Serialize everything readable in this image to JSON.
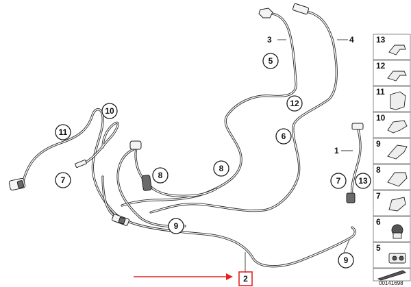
{
  "callouts": {
    "c5": "5",
    "c12": "12",
    "c6": "6",
    "c10": "10",
    "c11": "11",
    "c7_left": "7",
    "c8_center": "8",
    "c8_small": "8",
    "c9_center": "9",
    "c7_right": "7",
    "c13_right": "13",
    "c9_bottom": "9"
  },
  "labels": {
    "l3": "3",
    "l4": "4",
    "l1": "1",
    "l2": "2"
  },
  "panel": {
    "items": [
      "13",
      "12",
      "11",
      "10",
      "9",
      "8",
      "7",
      "6",
      "5"
    ]
  },
  "diagram_id": "00141698",
  "colors": {
    "highlight": "#e32222",
    "line": "#2b2b2b"
  }
}
